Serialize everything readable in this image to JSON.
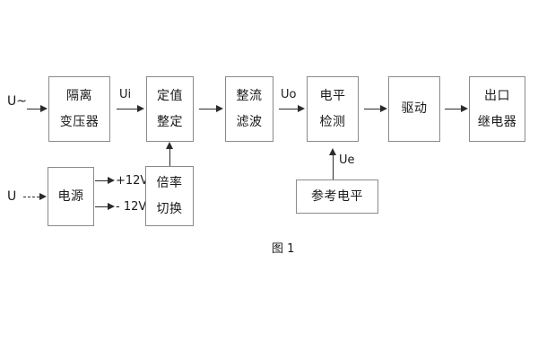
{
  "figure": {
    "caption": "图 1",
    "background_color": "#ffffff",
    "box_border_color": "#8a8a8a",
    "line_color": "#2b2b2b"
  },
  "blocks": [
    {
      "id": "isolation-transformer",
      "line1": "隔离",
      "line2": "变压器"
    },
    {
      "id": "setting-value",
      "line1": "定值",
      "line2": "整定"
    },
    {
      "id": "rectify-filter",
      "line1": "整流",
      "line2": "滤波"
    },
    {
      "id": "level-detection",
      "line1": "电平",
      "line2": "检测"
    },
    {
      "id": "drive",
      "line1": "驱动",
      "line2": ""
    },
    {
      "id": "output-relay",
      "line1": "出口",
      "line2": "继电器"
    },
    {
      "id": "power-supply",
      "line1": "电源",
      "line2": ""
    },
    {
      "id": "multiplier-switch",
      "line1": "倍率",
      "line2": "切换"
    },
    {
      "id": "reference-level",
      "line1": "参考电平",
      "line2": ""
    }
  ],
  "labels": {
    "input_ac": "U~",
    "input_dc": "U",
    "ui": "Ui",
    "uo": "Uo",
    "ue": "Ue",
    "supply_positive": "+12V",
    "supply_negative": "- 12V"
  }
}
